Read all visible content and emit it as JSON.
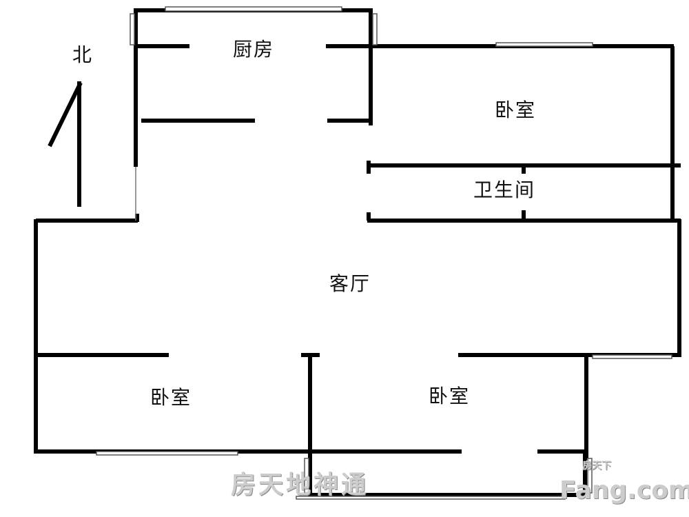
{
  "north_label": "北",
  "rooms": {
    "kitchen": "厨房",
    "bedroom_ne": "卧室",
    "bathroom": "卫生间",
    "living_room": "客厅",
    "bedroom_sw": "卧室",
    "bedroom_s": "卧室"
  },
  "watermark": {
    "left": "房天地神通",
    "brand_cn": "房天下",
    "brand_en": "Fang.com"
  },
  "colors": {
    "wall": "#000000",
    "window": "#555555"
  }
}
